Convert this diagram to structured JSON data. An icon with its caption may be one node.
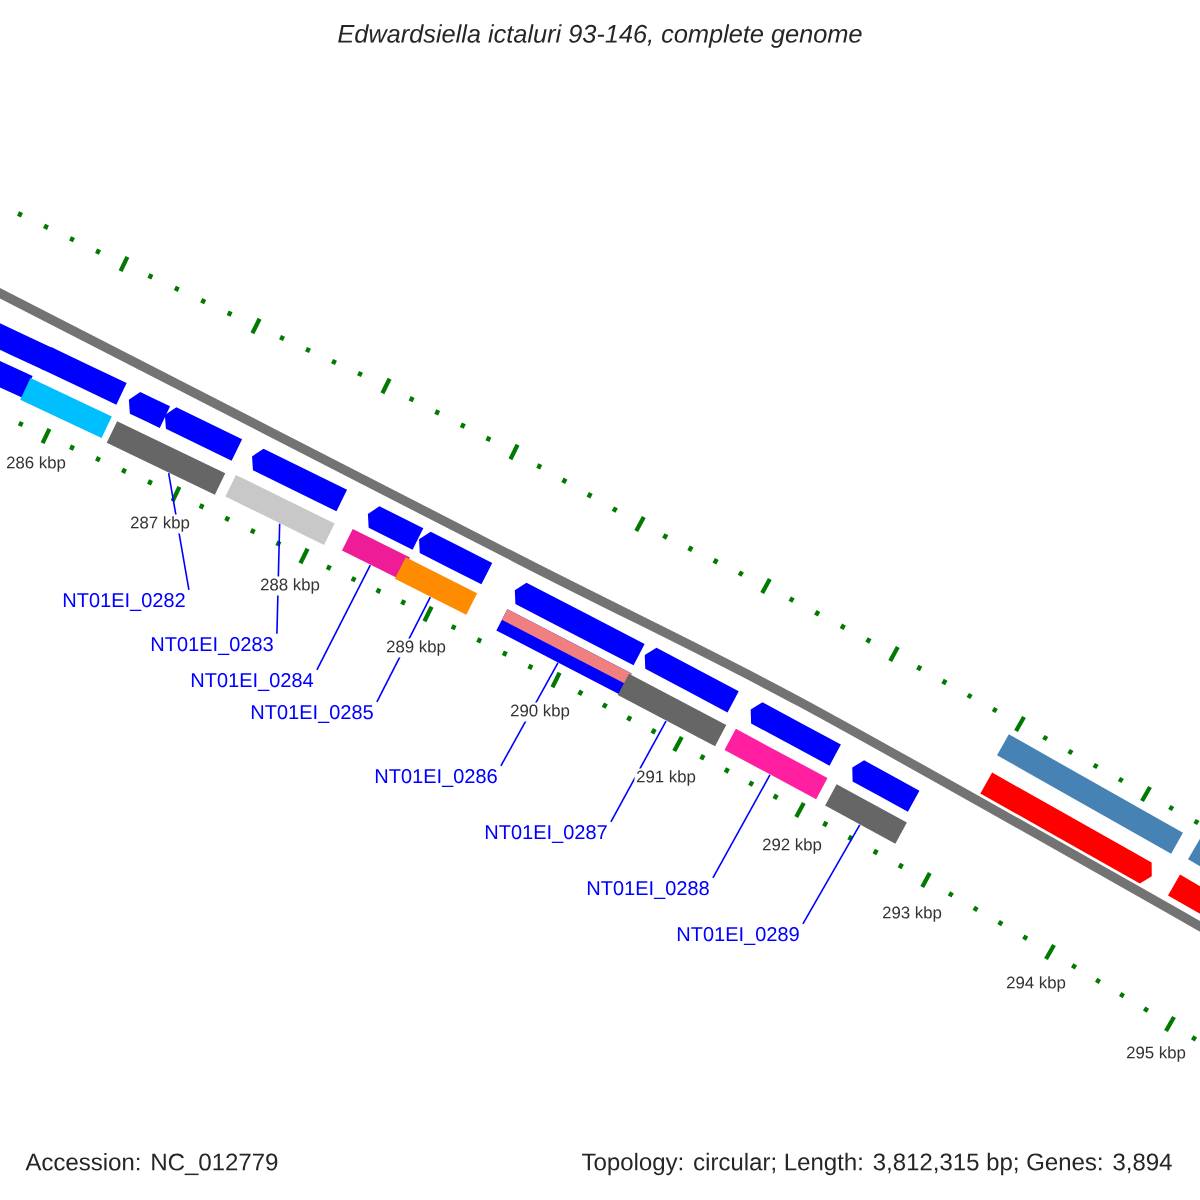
{
  "diagram": {
    "title": "Edwardsiella ictaluri 93-146, complete genome",
    "nodes": [
      {
        "text": [
          "NT01EI_0282"
        ]
      },
      {
        "text": [
          "NT01EI_0283"
        ]
      },
      {
        "text": [
          "NT01EI_0284"
        ]
      },
      {
        "text": [
          "NT01EI_0285"
        ]
      },
      {
        "text": [
          "NT01EI_0286"
        ]
      },
      {
        "text": [
          "NT01EI_0287"
        ]
      },
      {
        "text": [
          "NT01EI_0288"
        ]
      },
      {
        "text": [
          "NT01EI_0289"
        ]
      },
      {
        "text": [],
        "shape": "bar"
      },
      {
        "text": [],
        "shape": "bar"
      },
      {
        "text": [],
        "shape": "bar"
      },
      {
        "text": [],
        "shape": "bar"
      },
      {
        "text": [],
        "shape": "bar"
      },
      {
        "text": [],
        "shape": "bar"
      },
      {
        "text": [],
        "shape": "bar"
      },
      {
        "text": [],
        "shape": "bar"
      },
      {
        "text": [],
        "shape": "bar"
      },
      {
        "text": [],
        "shape": "pentagon"
      },
      {
        "text": [],
        "shape": "bar"
      },
      {
        "text": [],
        "shape": "pentagon"
      },
      {
        "text": [],
        "shape": "pentagon"
      },
      {
        "text": [],
        "shape": "pentagon"
      },
      {
        "text": [],
        "shape": "pentagon"
      },
      {
        "text": [],
        "shape": "pentagon"
      },
      {
        "text": [],
        "shape": "pentagon"
      },
      {
        "text": [],
        "shape": "pentagon"
      },
      {
        "text": [],
        "shape": "pentagon"
      },
      {
        "text": [],
        "shape": "pentagon"
      },
      {
        "text": [],
        "shape": "pentagon"
      },
      {
        "text": [],
        "shape": "pentagon"
      },
      {
        "text": [],
        "shape": "bar"
      },
      {
        "text": [],
        "shape": "bar"
      },
      {
        "text": [],
        "shape": "bar"
      }
    ],
    "edges": [
      {
        "from": 0,
        "to": 8,
        "arrow": "none"
      },
      {
        "from": 1,
        "to": 9,
        "arrow": "none"
      },
      {
        "from": 2,
        "to": 10,
        "arrow": "none"
      },
      {
        "from": 3,
        "to": 11,
        "arrow": "none"
      },
      {
        "from": 4,
        "to": 12,
        "arrow": "none"
      },
      {
        "from": 5,
        "to": 13,
        "arrow": "none"
      },
      {
        "from": 6,
        "to": 14,
        "arrow": "none"
      },
      {
        "from": 7,
        "to": 15,
        "arrow": "none"
      }
    ],
    "labels": [
      "286 kbp",
      "287 kbp",
      "288 kbp",
      "289 kbp",
      "290 kbp",
      "291 kbp",
      "292 kbp",
      "293 kbp",
      "294 kbp",
      "295 kbp",
      "Accession: NC_012779",
      "Topology: circular; Length: 3,812,315 bp; Genes: 3,894"
    ]
  }
}
